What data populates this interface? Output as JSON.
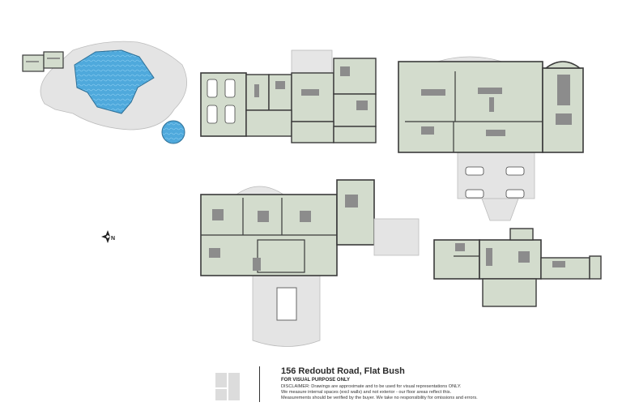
{
  "property": {
    "address": "156 Redoubt Road, Flat Bush",
    "purpose": "FOR VISUAL PURPOSE ONLY",
    "disclaimer_lines": [
      "DISCLAIMER:  Drawings are approximate and to be used for visual representations ONLY.",
      "We measure internal spaces (excl walls) and not exterior - our floor areas reflect this.",
      "Measurements should be verified by the buyer. We take no responsibility for omissions and errors."
    ]
  },
  "compass": {
    "label": "N"
  },
  "colors": {
    "room_fill": "#d3dccd",
    "outdoor_fill": "#e6e6e6",
    "pool_fill": "#4fa9dc",
    "wall": "#3a3a3a",
    "logo": "#d7d7d7"
  }
}
